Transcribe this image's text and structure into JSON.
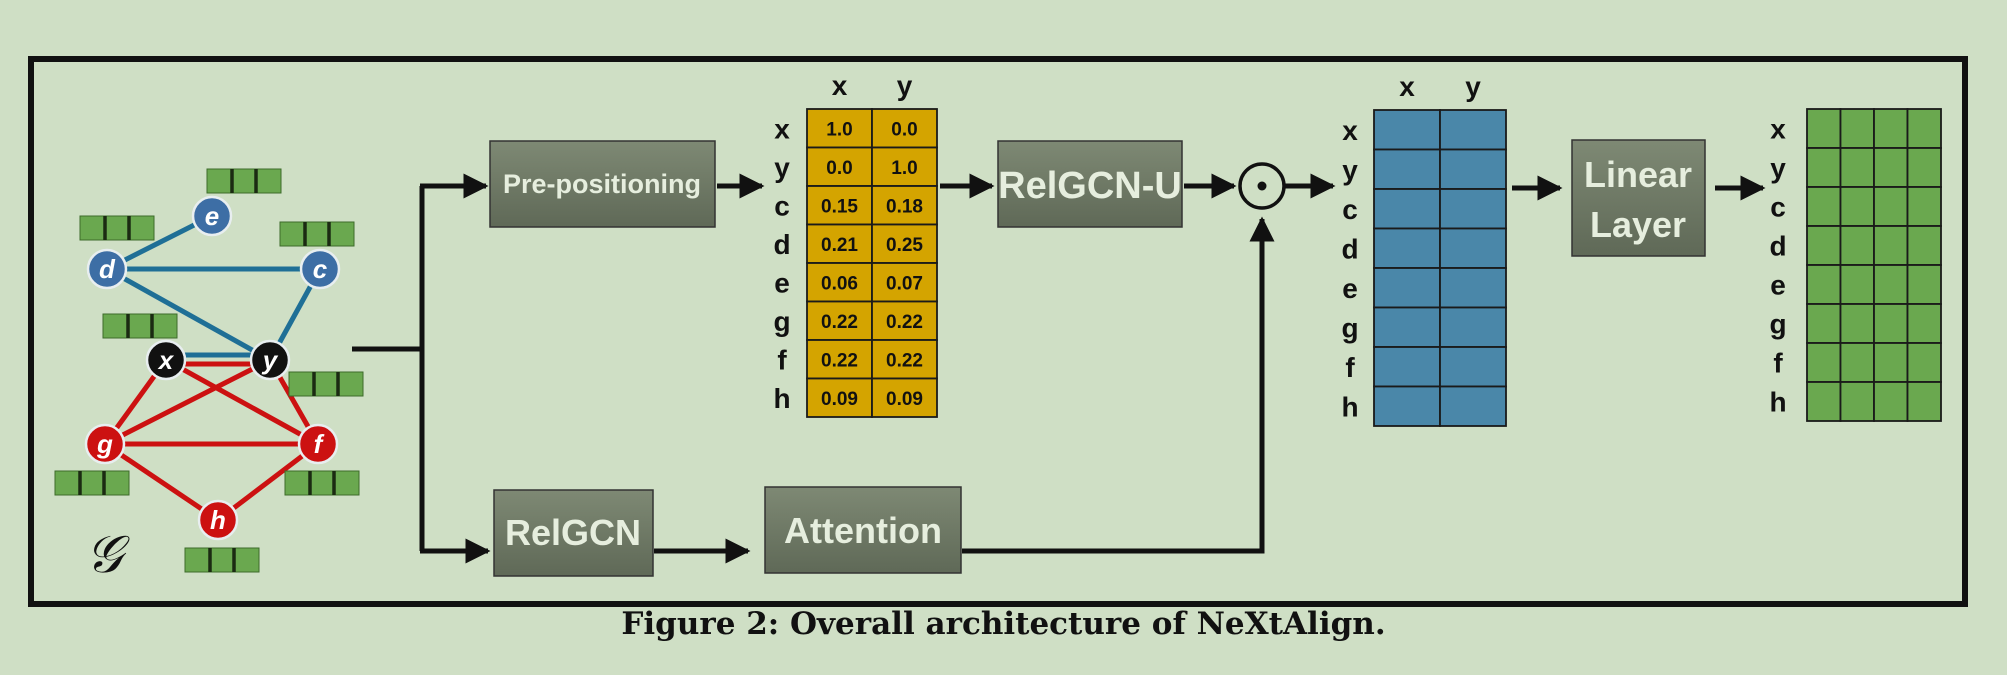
{
  "caption": "Figure 2: Overall architecture of NeXtAlign.",
  "graph": {
    "symbol": "𝒢",
    "nodes": [
      {
        "id": "e",
        "group": "blue"
      },
      {
        "id": "d",
        "group": "blue"
      },
      {
        "id": "c",
        "group": "blue"
      },
      {
        "id": "x",
        "group": "black"
      },
      {
        "id": "y",
        "group": "black"
      },
      {
        "id": "g",
        "group": "red"
      },
      {
        "id": "f",
        "group": "red"
      },
      {
        "id": "h",
        "group": "red"
      }
    ]
  },
  "blocks": {
    "prepositioning": "Pre-positioning",
    "relgcn_u": "RelGCN-U",
    "linear_line1": "Linear",
    "linear_line2": "Layer",
    "relgcn": "RelGCN",
    "attention": "Attention",
    "hadamard": "⊙"
  },
  "matrix_cols": [
    "x",
    "y"
  ],
  "row_labels": [
    "x",
    "y",
    "c",
    "d",
    "e",
    "g",
    "f",
    "h"
  ],
  "prepos_values": [
    [
      "1.0",
      "0.0"
    ],
    [
      "0.0",
      "1.0"
    ],
    [
      "0.15",
      "0.18"
    ],
    [
      "0.21",
      "0.25"
    ],
    [
      "0.06",
      "0.07"
    ],
    [
      "0.22",
      "0.22"
    ],
    [
      "0.22",
      "0.22"
    ],
    [
      "0.09",
      "0.09"
    ]
  ],
  "colors": {
    "background": "#cfdfc5",
    "block_fill": "#6f7a66",
    "block_text": "#e6eede",
    "gold": "#d4a400",
    "teal": "#4a87a9",
    "green": "#6aa84f",
    "blue_node": "#3d6ea5",
    "red_node": "#cc1111",
    "black_node": "#111111",
    "blue_edge": "#1f6f96",
    "red_edge": "#cc1111"
  }
}
